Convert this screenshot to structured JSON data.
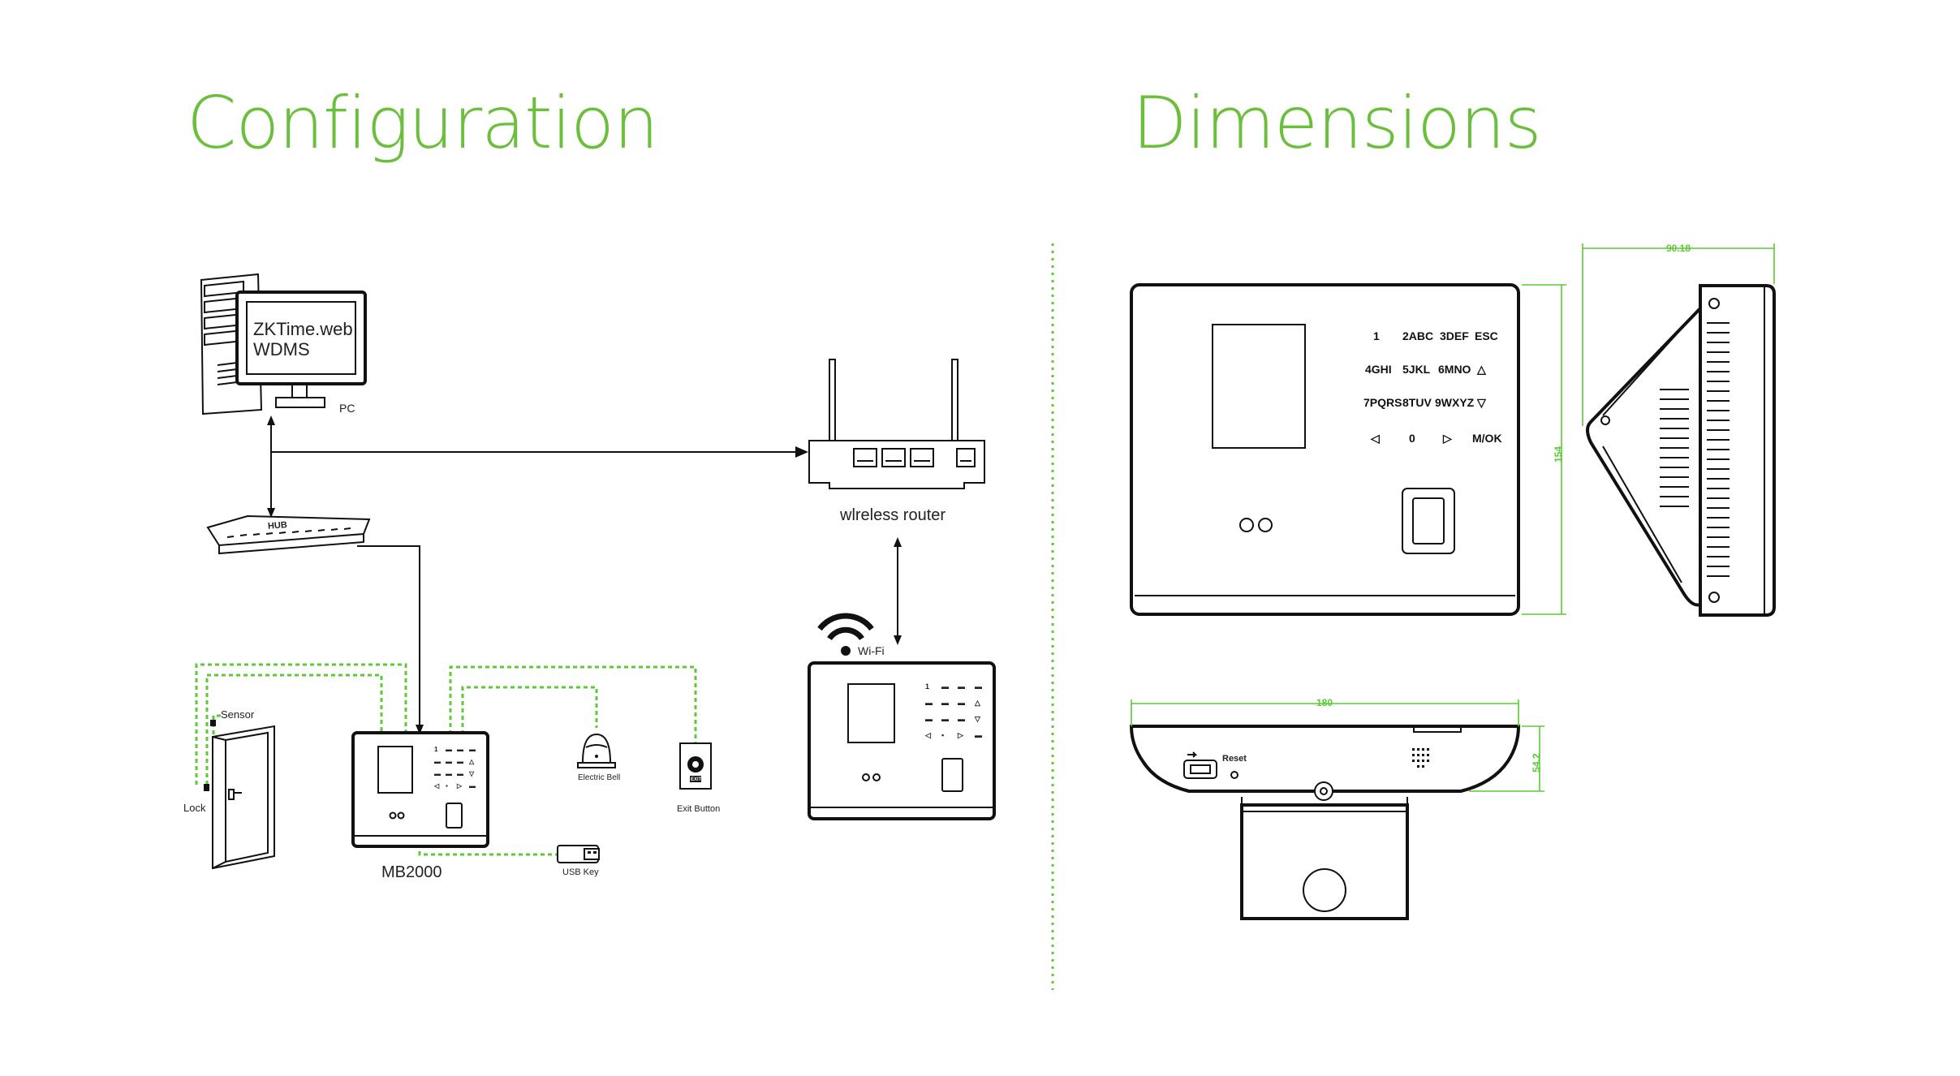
{
  "headings": {
    "configuration": "Configuration",
    "dimensions": "Dimensions"
  },
  "config": {
    "pc_screen_line1": "ZKTime.web",
    "pc_screen_line2": "WDMS",
    "pc_label": "PC",
    "hub_label": "HUB",
    "router_label": "wlreless router",
    "wifi_label": "Wi-Fi",
    "sensor_label": "Sensor",
    "lock_label": "Lock",
    "device_label": "MB2000",
    "bell_label": "Electric Bell",
    "exit_label": "Exit Button",
    "exit_plate_text": "EXIT",
    "usb_label": "USB Key"
  },
  "dimensions": {
    "width": "180",
    "height": "154",
    "depth": "90.18",
    "bottom_depth": "54.2",
    "reset_label": "Reset",
    "keypad": [
      [
        "1",
        "2ABC",
        "3DEF",
        "ESC"
      ],
      [
        "4GHI",
        "5JKL",
        "6MNO",
        "△"
      ],
      [
        "7PQRS",
        "8TUV",
        "9WXYZ",
        "▽"
      ],
      [
        "◁",
        "0",
        "▷",
        "M/OK"
      ]
    ]
  },
  "colors": {
    "accent": "#6cbf3d",
    "green_wire": "#5cc935",
    "line": "#111111"
  }
}
